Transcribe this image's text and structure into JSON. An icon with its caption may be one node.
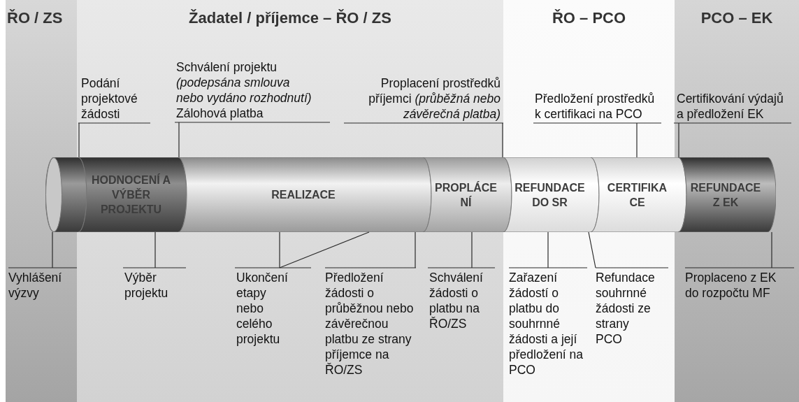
{
  "diagram": {
    "nodes": [
      {
        "text": [
          "Podání projektové žádosti"
        ]
      },
      {
        "text": [
          "Schválení projektu *(podepsána smlouva nebo vydáno rozhodnutí)* Zálohová platba"
        ]
      },
      {
        "text": [
          "Proplacení prostředků příjemci *(průběžná nebo závěrečná platba)*"
        ]
      },
      {
        "text": [
          "Předložení prostředků k certifikaci na PCO"
        ]
      },
      {
        "text": [
          "Certifikování výdajů a předložení EK"
        ]
      },
      {
        "text": [],
        "shape": "cylinder"
      },
      {
        "text": [
          "HODNOCENÍ A VÝBĚR PROJEKTU"
        ]
      },
      {
        "text": [
          "REALIZACE"
        ]
      },
      {
        "text": [
          "PROPLÁCE NÍ"
        ]
      },
      {
        "text": [
          "REFUNDACE DO SR"
        ]
      },
      {
        "text": [
          "CERTIFIKA CE"
        ]
      },
      {
        "text": [
          "REFUNDACE Z EK"
        ]
      },
      {
        "text": [
          "Vyhlášení výzvy"
        ]
      },
      {
        "text": [
          "Výběr projektu"
        ]
      },
      {
        "text": [
          "Ukončení etapy nebo celého projektu"
        ]
      },
      {
        "text": [
          "Předložení žádosti o průběžnou nebo závěrečnou platbu ze strany příjemce na ŘO/ZS"
        ]
      },
      {
        "text": [
          "Schválení žádosti o platbu na ŘO/ZS"
        ]
      },
      {
        "text": [
          "Zařazení žádostí o platbu do souhrnné žádosti a její předložení na PCO"
        ]
      },
      {
        "text": [
          "Refundace souhrnné žádosti ze strany PCO"
        ]
      },
      {
        "text": [
          "Proplaceno z EK do rozpočtu MF"
        ]
      }
    ],
    "edges": [
      {
        "from": 0,
        "to": 6,
        "arrow": "none"
      },
      {
        "from": 1,
        "to": 7,
        "arrow": "none"
      },
      {
        "from": 2,
        "to": 8,
        "arrow": "none"
      },
      {
        "from": 3,
        "to": 10,
        "arrow": "none"
      },
      {
        "from": 4,
        "to": 11,
        "arrow": "none"
      },
      {
        "from": 12,
        "to": 5,
        "arrow": "none"
      },
      {
        "from": 13,
        "to": 6,
        "arrow": "none"
      },
      {
        "from": 14,
        "to": 7,
        "arrow": "none"
      },
      {
        "from": 14,
        "to": 7,
        "arrow": "none"
      },
      {
        "from": 15,
        "to": 7,
        "arrow": "none"
      },
      {
        "from": 16,
        "to": 8,
        "arrow": "none"
      },
      {
        "from": 17,
        "to": 9,
        "arrow": "none"
      },
      {
        "from": 18,
        "to": 9,
        "arrow": "none"
      },
      {
        "from": 19,
        "to": 11,
        "arrow": "none"
      }
    ],
    "labels": [
      "ŘO / ZS",
      "Žadatel / příjemce – ŘO / ZS",
      "ŘO – PCO",
      "PCO – EK"
    ]
  }
}
